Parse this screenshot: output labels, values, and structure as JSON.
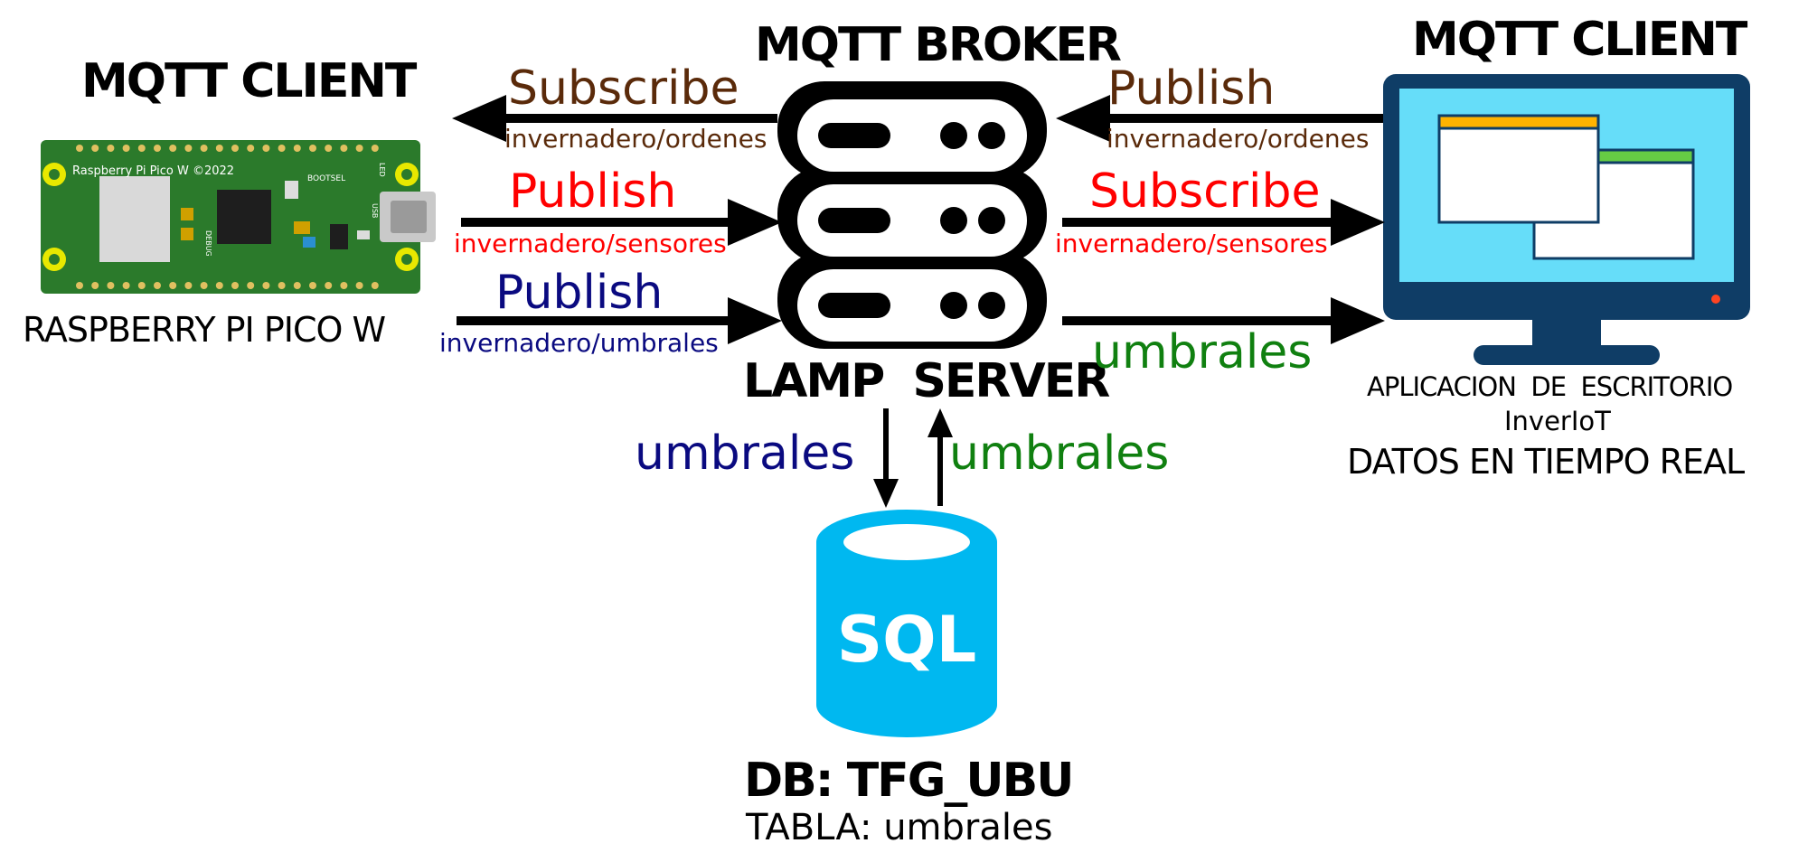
{
  "client_left": {
    "heading": "MQTT CLIENT",
    "device_name": "RASPBERRY PI PICO W",
    "board_silkscreen": "Raspberry Pi Pico W ©2022",
    "bootsel_label": "BOOTSEL",
    "debug_label": "DEBUG",
    "usb_label": "USB",
    "led_label": "LED"
  },
  "broker": {
    "heading": "MQTT BROKER",
    "server_label": "LAMP  SERVER"
  },
  "client_right": {
    "heading": "MQTT CLIENT",
    "app_line1": "APLICACION  DE  ESCRITORIO",
    "app_line2": "InverIoT",
    "app_line3": "DATOS EN TIEMPO REAL"
  },
  "left_flows": [
    {
      "action": "Subscribe",
      "topic": "invernadero/ordenes",
      "color": "#5a2a0a"
    },
    {
      "action": "Publish",
      "topic": "invernadero/sensores",
      "color": "#ff0000"
    },
    {
      "action": "Publish",
      "topic": "invernadero/umbrales",
      "color": "#0a0a80"
    }
  ],
  "right_flows": [
    {
      "action": "Publish",
      "topic": "invernadero/ordenes",
      "color": "#5a2a0a"
    },
    {
      "action": "Subscribe",
      "topic": "invernadero/sensores",
      "color": "#ff0000"
    },
    {
      "action": "umbrales",
      "topic": "",
      "color": "#108010"
    }
  ],
  "db_flows": {
    "down_label": "umbrales",
    "down_color": "#0a0a80",
    "up_label": "umbrales",
    "up_color": "#108010"
  },
  "database": {
    "icon_text": "SQL",
    "name": "DB: TFG_UBU",
    "table": "TABLA: umbrales",
    "color": "#00b8f0"
  },
  "monitor": {
    "frame_color": "#0f3d66",
    "screen_color": "#66ddf9",
    "window_bar_1": "#ffb300",
    "window_bar_2": "#66cc44"
  }
}
